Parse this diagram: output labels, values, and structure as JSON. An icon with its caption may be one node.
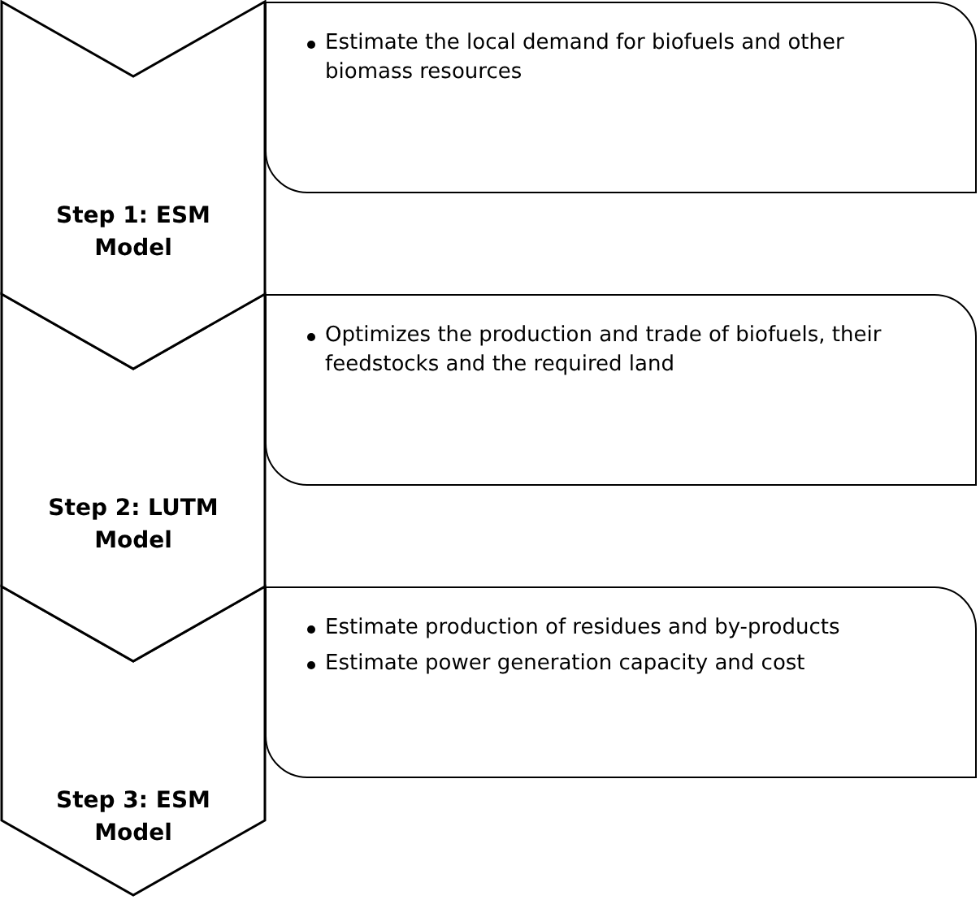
{
  "diagram": {
    "nodes": [
      {
        "text": [
          "Step 1: ESM Model"
        ]
      },
      {
        "text": [
          "Estimate the local demand for biofuels and other biomass resources"
        ]
      },
      {
        "text": [
          "Step 2: LUTM Model"
        ]
      },
      {
        "text": [
          "Optimizes the production and trade of biofuels, their feedstocks and the required land"
        ]
      },
      {
        "text": [
          "Step 3: ESM Model"
        ]
      },
      {
        "text": [
          "Estimate production of residues and by-products",
          "Estimate power generation capacity and cost"
        ]
      }
    ]
  }
}
